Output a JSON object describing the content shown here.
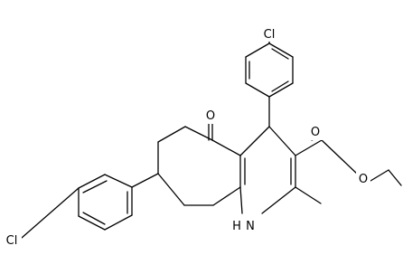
{
  "molecule": {
    "atom_labels": {
      "cl_top": "Cl",
      "cl_bottom": "Cl",
      "carbonyl_o": "O",
      "ester_o_double": "O",
      "ester_o_single": "O",
      "nh": "H",
      "nh_n": "N"
    }
  },
  "colors": {
    "bond": "#000000",
    "background": "#ffffff"
  }
}
